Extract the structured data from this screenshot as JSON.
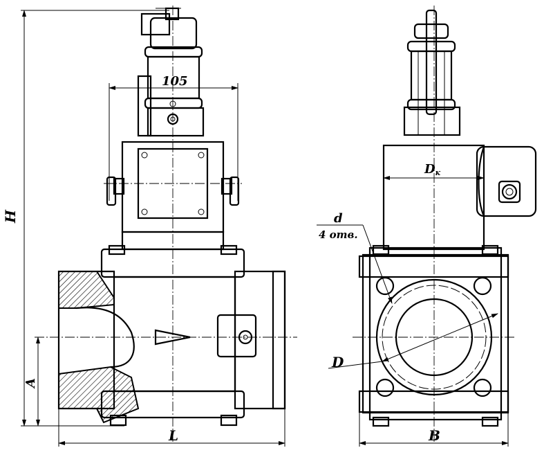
{
  "drawing": {
    "dimensions": {
      "H": "H",
      "A": "A",
      "L": "L",
      "B": "B",
      "D": "D",
      "Dk_main": "D",
      "Dk_sub": "к",
      "d": "d",
      "holes": "4 отв.",
      "width_105": "105"
    }
  }
}
